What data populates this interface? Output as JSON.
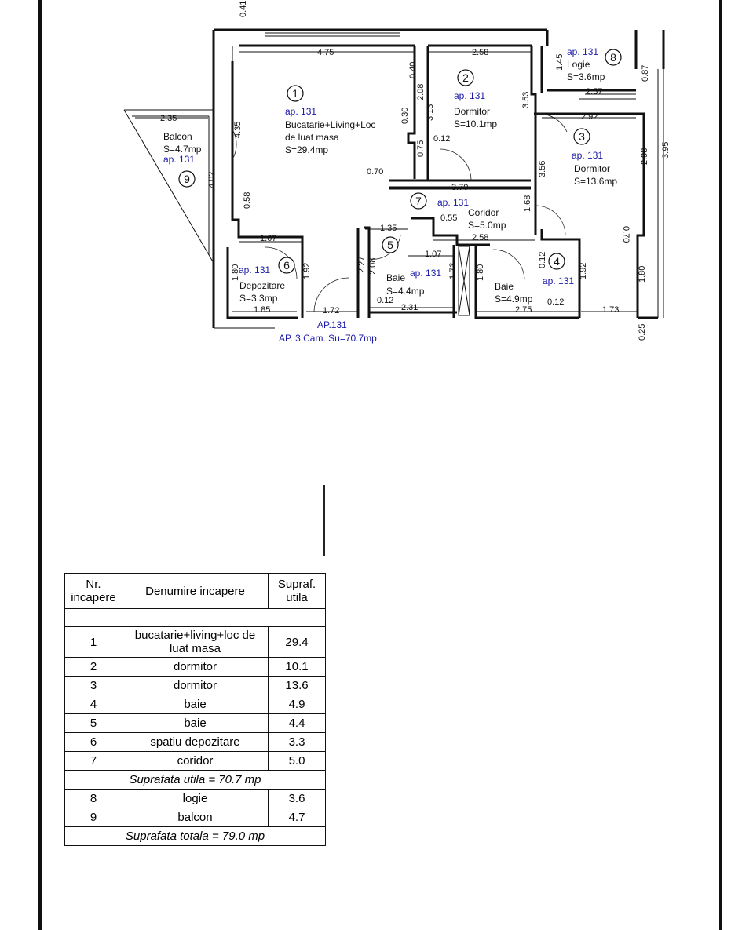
{
  "floorplan": {
    "rooms": [
      {
        "num": "1",
        "ap": "ap. 131",
        "name_l1": "Bucatarie+Living+Loc",
        "name_l2": "de luat masa",
        "area": "S=29.4mp"
      },
      {
        "num": "2",
        "ap": "ap. 131",
        "name": "Dormitor",
        "area": "S=10.1mp"
      },
      {
        "num": "3",
        "ap": "ap. 131",
        "name": "Dormitor",
        "area": "S=13.6mp"
      },
      {
        "num": "4",
        "ap": "ap. 131",
        "name": "Baie",
        "area": "S=4.9mp"
      },
      {
        "num": "5",
        "ap": "ap. 131",
        "name": "Baie",
        "area": "S=4.4mp"
      },
      {
        "num": "6",
        "ap": "ap. 131",
        "name": "Depozitare",
        "area": "S=3.3mp"
      },
      {
        "num": "7",
        "ap": "ap. 131",
        "name": "Coridor",
        "area": "S=5.0mp"
      },
      {
        "num": "8",
        "ap": "ap. 131",
        "name": "Logie",
        "area": "S=3.6mp"
      },
      {
        "num": "9",
        "ap": "ap. 131",
        "name": "Balcon",
        "area": "S=4.7mp"
      }
    ],
    "apartment_label": "AP.131",
    "apartment_summary": "AP. 3 Cam. Su=70.7mp",
    "dimensions": {
      "d0_41": "0.41",
      "d4_75": "4.75",
      "d2_58a": "2.58",
      "d1_45": "1.45",
      "d0_87": "0.87",
      "d2_57": "2.57",
      "d2_92": "2.92",
      "d3_95": "3.95",
      "d2_35": "2.35",
      "d4_35": "4.35",
      "d4_02": "4.02",
      "d0_58": "0.58",
      "d0_40": "0.40",
      "d2_08a": "2.08",
      "d3_13": "3.13",
      "d0_30": "0.30",
      "d0_12a": "0.12",
      "d0_75": "0.75",
      "d0_70": "0.70",
      "d3_70": "3.70",
      "d3_53": "3.53",
      "d3_56": "3.56",
      "d2_98": "2.98",
      "d0_70b": "0.70",
      "d1_68": "1.68",
      "d0_55": "0.55",
      "d1_35": "1.35",
      "d2_58b": "2.58",
      "d1_67": "1.67",
      "d1_07": "1.07",
      "d2_27": "2.27",
      "d2_08b": "2.08",
      "d1_73a": "1.73",
      "d1_80a": "1.80",
      "d0_12b": "0.12",
      "d1_80b": "1.80",
      "d1_92a": "1.92",
      "d1_85": "1.85",
      "d1_72": "1.72",
      "d0_12c": "0.12",
      "d2_31": "2.31",
      "d2_75": "2.75",
      "d0_12d": "0.12",
      "d1_92b": "1.92",
      "d1_80c": "1.80",
      "d1_73b": "1.73",
      "d0_25": "0.25"
    }
  },
  "table": {
    "headers": [
      "Nr. incapere",
      "Denumire incapere",
      "Supraf. utila"
    ],
    "rows": [
      {
        "nr": "1",
        "name": "bucatarie+living+loc de luat masa",
        "area": "29.4"
      },
      {
        "nr": "2",
        "name": "dormitor",
        "area": "10.1"
      },
      {
        "nr": "3",
        "name": "dormitor",
        "area": "13.6"
      },
      {
        "nr": "4",
        "name": "baie",
        "area": "4.9"
      },
      {
        "nr": "5",
        "name": "baie",
        "area": "4.4"
      },
      {
        "nr": "6",
        "name": "spatiu depozitare",
        "area": "3.3"
      },
      {
        "nr": "7",
        "name": "coridor",
        "area": "5.0"
      }
    ],
    "subtotal": "Suprafata utila = 70.7 mp",
    "extra_rows": [
      {
        "nr": "8",
        "name": "logie",
        "area": "3.6"
      },
      {
        "nr": "9",
        "name": "balcon",
        "area": "4.7"
      }
    ],
    "total": "Suprafata totala = 79.0 mp"
  }
}
